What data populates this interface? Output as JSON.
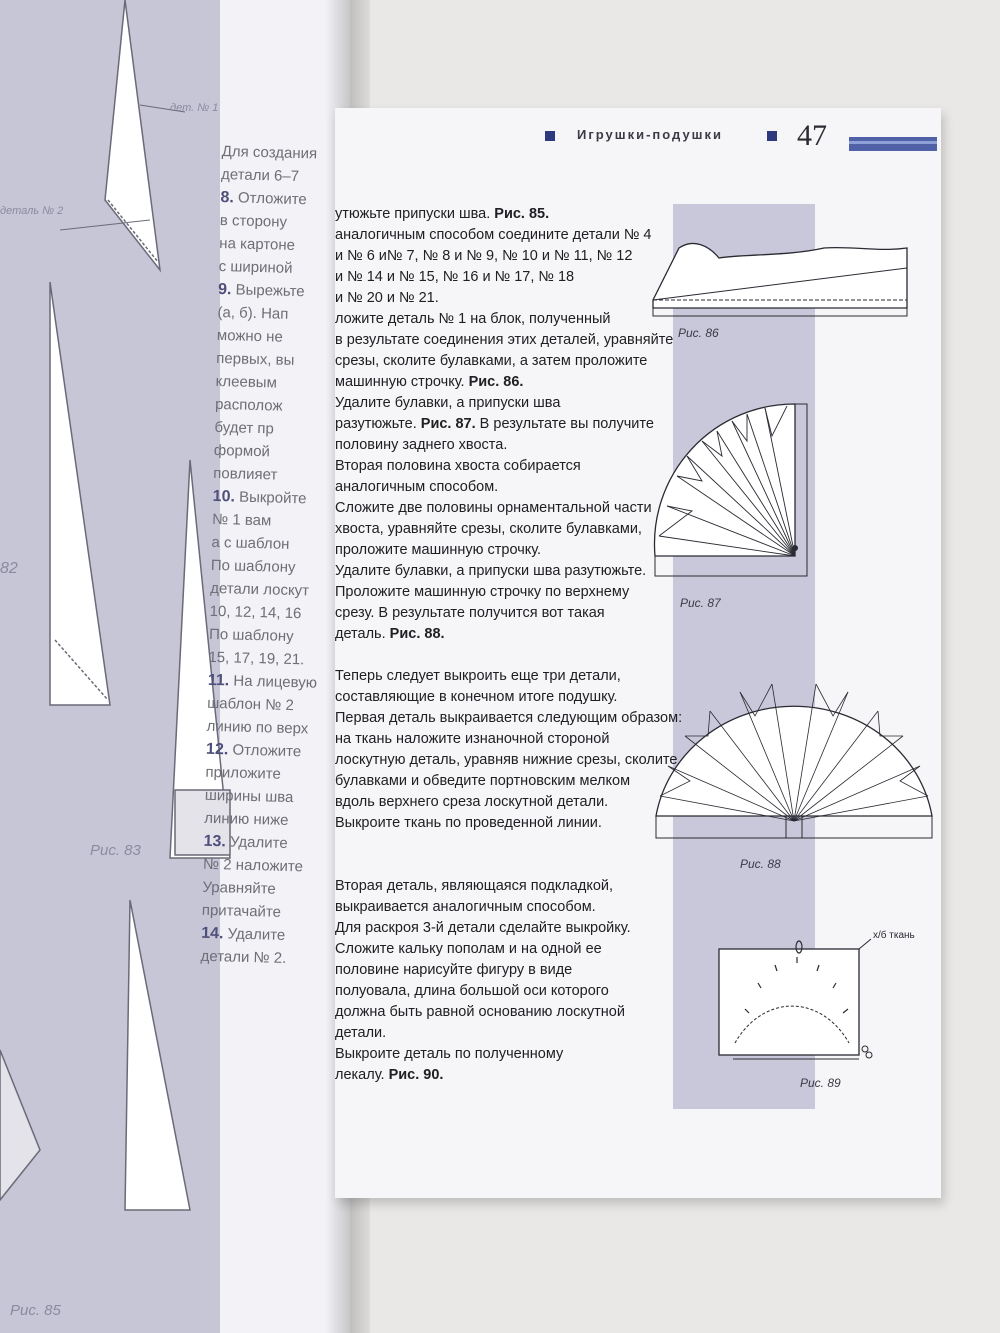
{
  "header": {
    "title": "Игрушки-подушки",
    "page_number": "47"
  },
  "body_lines": [
    {
      "text": "утюжьте припуски шва. ",
      "ref": "Рис. 85."
    },
    {
      "text": "аналогичным способом соедините детали № 4",
      "ref": ""
    },
    {
      "text": "и № 6 и№ 7, № 8 и № 9, № 10 и № 11, № 12",
      "ref": ""
    },
    {
      "text": "и № 14 и № 15, № 16 и № 17, № 18",
      "ref": ""
    },
    {
      "text": "и № 20 и № 21.",
      "ref": ""
    },
    {
      "text": "ложите деталь № 1 на блок, полученный",
      "ref": ""
    },
    {
      "text": "в результате соединения этих деталей, уравняйте",
      "ref": ""
    },
    {
      "text": "срезы, сколите булавками, а затем проложите",
      "ref": ""
    },
    {
      "text": "машинную строчку. ",
      "ref": "Рис. 86."
    },
    {
      "text": "Удалите булавки, а припуски шва",
      "ref": ""
    },
    {
      "text": "разутюжьте. ",
      "ref": "Рис. 87.",
      "after": " В результате вы получите"
    },
    {
      "text": "половину заднего хвоста.",
      "ref": ""
    },
    {
      "text": "Вторая половина хвоста собирается",
      "ref": ""
    },
    {
      "text": "аналогичным способом.",
      "ref": ""
    },
    {
      "text": "Сложите две половины орнаментальной части",
      "ref": ""
    },
    {
      "text": "хвоста, уравняйте срезы, сколите булавками,",
      "ref": ""
    },
    {
      "text": "проложите машинную строчку.",
      "ref": ""
    },
    {
      "text": "Удалите булавки, а припуски шва разутюжьте.",
      "ref": ""
    },
    {
      "text": "Проложите машинную строчку по верхнему",
      "ref": ""
    },
    {
      "text": "срезу. В результате получится вот такая",
      "ref": ""
    },
    {
      "text": "деталь. ",
      "ref": "Рис. 88."
    },
    {
      "gap": true
    },
    {
      "text": "Теперь следует выкроить еще три детали,",
      "ref": ""
    },
    {
      "text": "составляющие в конечном итоге подушку.",
      "ref": ""
    },
    {
      "text": "Первая деталь выкраивается следующим образом:",
      "ref": ""
    },
    {
      "text": "на ткань наложите изнаночной стороной",
      "ref": ""
    },
    {
      "text": "лоскутную деталь, уравняв нижние срезы, сколите",
      "ref": ""
    },
    {
      "text": "булавками и обведите портновским мелком",
      "ref": ""
    },
    {
      "text": "вдоль верхнего среза лоскутной детали.",
      "ref": ""
    },
    {
      "text": "Выкроите ткань по проведенной линии.",
      "ref": ""
    },
    {
      "gap": true
    },
    {
      "gap": true
    },
    {
      "text": "Вторая деталь, являющаяся подкладкой,",
      "ref": ""
    },
    {
      "text": "выкраивается аналогичным способом.",
      "ref": ""
    },
    {
      "text": "Для раскроя 3-й детали сделайте выкройку.",
      "ref": ""
    },
    {
      "text": "Сложите кальку пополам и на одной ее",
      "ref": ""
    },
    {
      "text": "половине нарисуйте фигуру в виде",
      "ref": ""
    },
    {
      "text": "полуовала, длина большой оси которого",
      "ref": ""
    },
    {
      "text": "должна быть равной основанию лоскутной",
      "ref": ""
    },
    {
      "text": "детали.",
      "ref": ""
    },
    {
      "text": "Выкроите деталь по полученному",
      "ref": ""
    },
    {
      "text": "лекалу. ",
      "ref": "Рис. 90."
    }
  ],
  "figures": {
    "fig86": "Рис. 86",
    "fig87": "Рис. 87",
    "fig88": "Рис. 88",
    "fig89": "Рис. 89",
    "fabric_label": "х/б ткань"
  },
  "left_page": {
    "lines": [
      {
        "num": "",
        "text": "Для создания"
      },
      {
        "num": "",
        "text": "детали 6–7"
      },
      {
        "num": "8.",
        "text": "Отложите"
      },
      {
        "num": "",
        "text": "в сторону"
      },
      {
        "num": "",
        "text": "на картоне"
      },
      {
        "num": "",
        "text": "с шириной"
      },
      {
        "num": "9.",
        "text": "Вырежьте"
      },
      {
        "num": "",
        "text": "(а, б). Нап"
      },
      {
        "num": "",
        "text": "можно не"
      },
      {
        "num": "",
        "text": "первых, вы"
      },
      {
        "num": "",
        "text": "клеевым"
      },
      {
        "num": "",
        "text": "располож"
      },
      {
        "num": "",
        "text": "будет пр"
      },
      {
        "num": "",
        "text": "формой"
      },
      {
        "num": "",
        "text": "повлияет"
      },
      {
        "num": "10.",
        "text": "Выкройте"
      },
      {
        "num": "",
        "text": "№ 1 вам"
      },
      {
        "num": "",
        "text": "а с шаблон"
      },
      {
        "num": "",
        "text": "По шаблону"
      },
      {
        "num": "",
        "text": "детали лоскут"
      },
      {
        "num": "",
        "text": "10, 12, 14, 16"
      },
      {
        "num": "",
        "text": "По шаблону"
      },
      {
        "num": "",
        "text": "15, 17, 19, 21."
      },
      {
        "num": "11.",
        "text": "На лицевую"
      },
      {
        "num": "",
        "text": "шаблон № 2"
      },
      {
        "num": "",
        "text": "линию по верх"
      },
      {
        "num": "12.",
        "text": "Отложите"
      },
      {
        "num": "",
        "text": "приложите"
      },
      {
        "num": "",
        "text": "ширины шва"
      },
      {
        "num": "",
        "text": "линию ниже"
      },
      {
        "num": "13.",
        "text": "Удалите"
      },
      {
        "num": "",
        "text": "№ 2 наложите"
      },
      {
        "num": "",
        "text": "Уравняйте"
      },
      {
        "num": "",
        "text": "притачайте"
      },
      {
        "num": "14.",
        "text": "Удалите"
      },
      {
        "num": "",
        "text": "детали № 2."
      }
    ],
    "captions": {
      "fig82": "82",
      "fig83": "Рис. 83",
      "fig85": "Рис. 85",
      "det2": "деталь № 2",
      "det1": "дет. № 1"
    }
  }
}
